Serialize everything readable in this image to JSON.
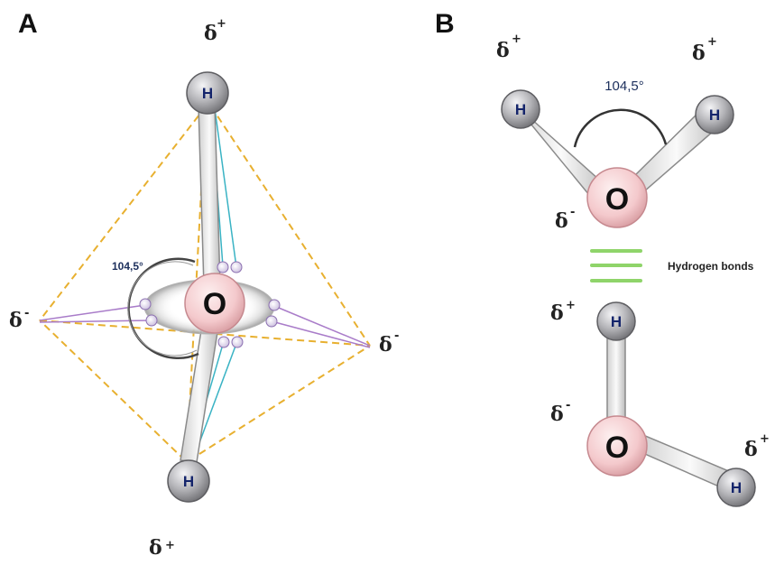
{
  "panels": {
    "a": "A",
    "b": "B"
  },
  "charge": {
    "delta": "δ",
    "plus": "+",
    "minus": "-"
  },
  "atoms": {
    "hydrogen": "H",
    "oxygen": "O"
  },
  "angle": {
    "a": "104,5°",
    "b": "104,5°"
  },
  "hydrogen_bonds_label": "Hydrogen bonds",
  "colors": {
    "tetrahedron_dash": "#e8b030",
    "lone_pair_cyan": "#3ab3c4",
    "lone_pair_purple": "#a97cc9",
    "hbond_green": "#8fd46a",
    "oxygen_fill": "#f4c9cc",
    "hydrogen_fill": "#a9a9ad"
  }
}
